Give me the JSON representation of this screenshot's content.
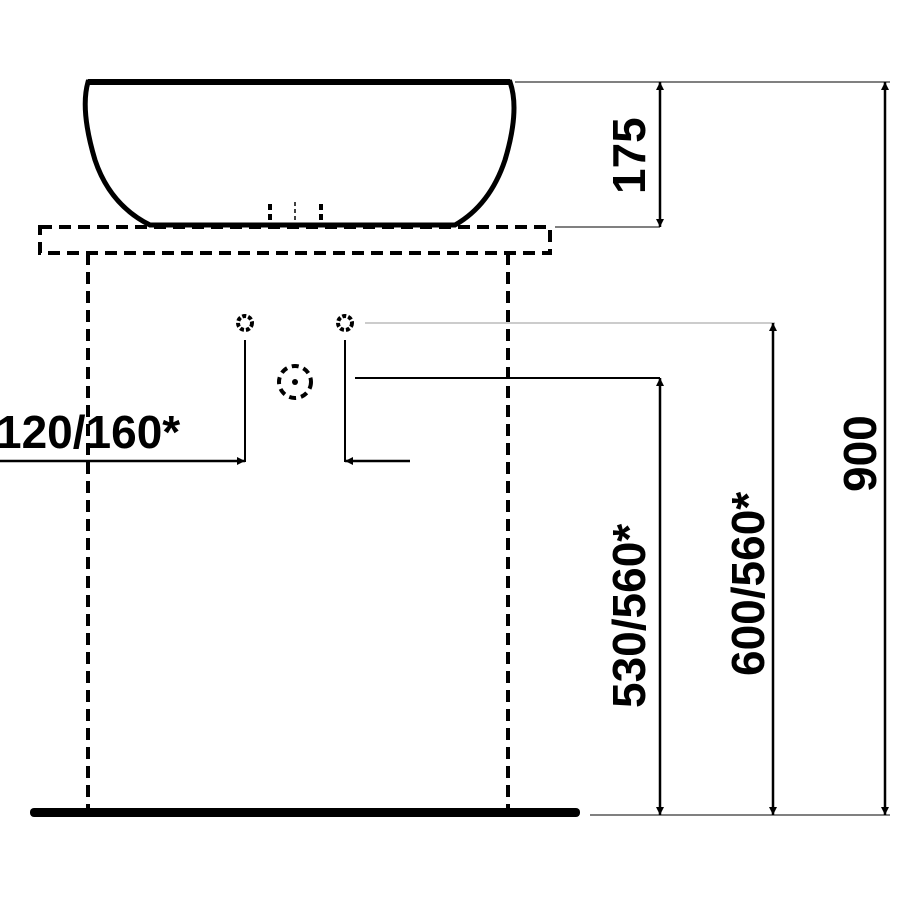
{
  "dimensions": {
    "basin_height": "175",
    "total_height": "900",
    "tap_spacing": "120/160*",
    "drain_height": "530/560*",
    "supply_height": "600/560*"
  },
  "colors": {
    "line": "#000000",
    "background": "#ffffff"
  }
}
